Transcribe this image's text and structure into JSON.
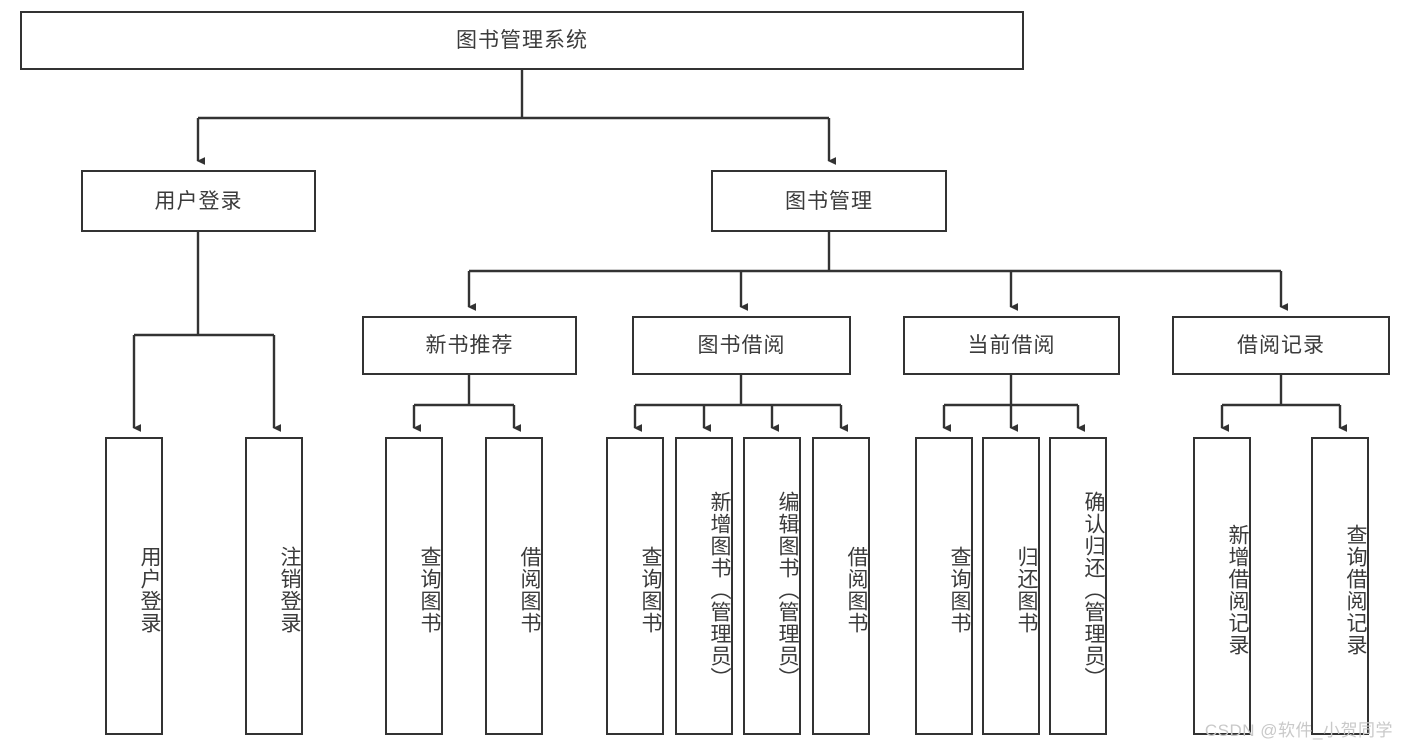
{
  "diagram": {
    "title": "图书管理系统",
    "type": "tree-hierarchy-chart",
    "watermark": "CSDN @软件_小贺同学",
    "colors": {
      "node_border": "#333333",
      "node_fill": "#ffffff",
      "edge": "#333333",
      "text": "#3b3b3b",
      "watermark": "#c9c9c9",
      "background": "#ffffff"
    }
  },
  "nodes": {
    "root": {
      "label": "图书管理系统"
    },
    "level2": [
      {
        "id": "user-login",
        "label": "用户登录"
      },
      {
        "id": "book-management",
        "label": "图书管理"
      }
    ],
    "level3": [
      {
        "id": "new-book-recommend",
        "label": "新书推荐"
      },
      {
        "id": "book-borrow",
        "label": "图书借阅"
      },
      {
        "id": "current-borrow",
        "label": "当前借阅"
      },
      {
        "id": "borrow-record",
        "label": "借阅记录"
      }
    ],
    "leaves": {
      "user_login": [
        {
          "id": "leaf-user-login",
          "label": "用户登录"
        },
        {
          "id": "leaf-logout-login",
          "label": "注销登录"
        }
      ],
      "new_book_recommend": [
        {
          "id": "leaf-query-book-1",
          "label": "查询图书"
        },
        {
          "id": "leaf-borrow-book-1",
          "label": "借阅图书"
        }
      ],
      "book_borrow": [
        {
          "id": "leaf-query-book-2",
          "label": "查询图书"
        },
        {
          "id": "leaf-add-book",
          "label": "新增图书（管理员）"
        },
        {
          "id": "leaf-edit-book",
          "label": "编辑图书（管理员）"
        },
        {
          "id": "leaf-borrow-book-2",
          "label": "借阅图书"
        }
      ],
      "current_borrow": [
        {
          "id": "leaf-query-book-3",
          "label": "查询图书"
        },
        {
          "id": "leaf-return-book",
          "label": "归还图书"
        },
        {
          "id": "leaf-confirm-return",
          "label": "确认归还（管理员）"
        }
      ],
      "borrow_record": [
        {
          "id": "leaf-add-borrow-record",
          "label": "新增借阅记录"
        },
        {
          "id": "leaf-query-borrow-record",
          "label": "查询借阅记录"
        }
      ]
    }
  }
}
